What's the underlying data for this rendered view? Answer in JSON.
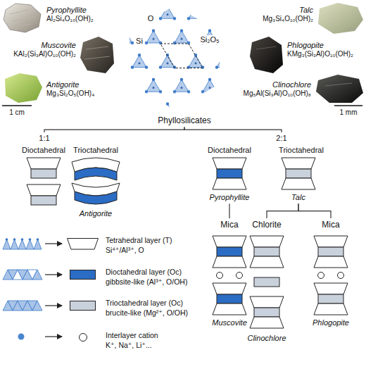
{
  "diagram": {
    "nodes": [
      {
        "text": [
          "Phyllosilicates"
        ]
      },
      {
        "text": [
          "1:1"
        ]
      },
      {
        "text": [
          "2:1"
        ]
      },
      {
        "text": [
          "Pyrophyllite"
        ]
      },
      {
        "text": [
          "Talc"
        ]
      },
      {
        "text": [
          "Mica"
        ]
      },
      {
        "text": [
          "Chlorite"
        ]
      },
      {
        "text": [
          "Mica"
        ]
      }
    ],
    "edges": [
      {
        "from": 0,
        "to": 1,
        "arrow": "none"
      },
      {
        "from": 0,
        "to": 2,
        "arrow": "none"
      },
      {
        "from": 3,
        "to": 5,
        "arrow": "none"
      },
      {
        "from": 4,
        "to": 6,
        "arrow": "none"
      },
      {
        "from": 4,
        "to": 7,
        "arrow": "none"
      }
    ],
    "labels": [
      "Pyrophyllite",
      "Al₂Si₄O₁₀(OH)₂",
      "Muscovite",
      "KAl₂(Si₃Al)O₁₀(OH)₂",
      "Antigorite",
      "Mg₃Si₂O₅(OH)₄",
      "Talc",
      "Mg₃Si₄O₁₀(OH)₂",
      "Phlogopite",
      "KMg₃(Si₃Al)O₁₀(OH)₂",
      "Clinochlore",
      "Mg₅Al(Si₃Al)O₁₀(OH)₈",
      "1 cm",
      "1 mm",
      "O",
      "Si",
      "Si₂O₅",
      "Dioctahedral",
      "Trioctahedral",
      "Dioctahedral",
      "Trioctahedral",
      "Antigorite",
      "Muscovite",
      "Clinochlore",
      "Phlogopite",
      "Si⁴⁺/Al³⁺, O",
      "gibbsite-like (Al³⁺, O/OH)",
      "brucite-like (Mg²⁺, O/OH)",
      "K⁺, Na⁺, Li⁺..."
    ],
    "legend": [
      {
        "text": "Tetrahedral layer (T)"
      },
      {
        "text": "Dioctahedral layer (Oc)",
        "color": "#2b6cc4"
      },
      {
        "text": "Trioctahedral layer (Oc)",
        "color": "#c9d1dc"
      },
      {
        "text": "Interlayer cation"
      }
    ]
  }
}
